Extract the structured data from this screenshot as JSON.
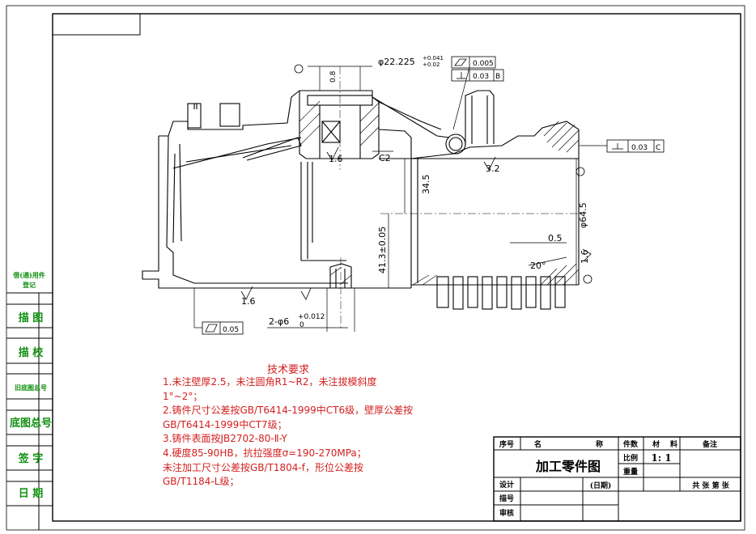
{
  "dimensions": {
    "bore_diameter": "φ22.225",
    "bore_tol_upper": "+0.041",
    "bore_tol_lower": "+0.02",
    "wall_08": "0.8",
    "height_345": "34.5",
    "height_413": "41.3±0.05",
    "dia_645": "φ64.5",
    "step_05": "0.5",
    "angle_20": "20°",
    "pin_hole": "2-φ6",
    "pin_tol_upper": "+0.012",
    "pin_tol_lower": "0",
    "chamfer": "C2"
  },
  "roughness": {
    "r16_a": "1.6",
    "r32": "3.2",
    "r16_b": "1.6",
    "r16_c": "1.6"
  },
  "tolerance_frames": {
    "f1_value": "0.005",
    "f2_value": "0.03",
    "f2_datum": "B",
    "f3_value": "0.03",
    "f3_datum": "C",
    "f4_value": "0.05"
  },
  "technical_requirements": {
    "title": "技术要求",
    "lines": [
      "1.未注壁厚2.5，未注圆角R1~R2，未注拔模斜度",
      "1°~2°；",
      "2.铸件尺寸公差按GB/T6414-1999中CT6级，壁厚公差按",
      "GB/T6414-1999中CT7级；",
      "3.铸件表面按JB2702-80-Ⅱ-Y",
      "4.硬度85-90HB，抗拉强度σ=190-270MPa；",
      "未注加工尺寸公差按GB/T1804-f，形位公差按",
      "GB/T1184-L级；"
    ]
  },
  "left_strip": {
    "top_label_1": "借(通)用件",
    "top_label_2": "登记",
    "labels": [
      "描 图",
      "描 校",
      "旧底图总号",
      "底图总号",
      "签 字",
      "日 期"
    ]
  },
  "title_block": {
    "part_name": "加工零件图",
    "scale": "1: 1",
    "col_no": "序号",
    "col_name_1": "名",
    "col_name_2": "称",
    "col_qty": "件数",
    "col_mat_1": "材",
    "col_mat_2": "料",
    "col_remark": "备注",
    "label_ratio": "比例",
    "label_weight": "重量",
    "label_design": "设计",
    "label_date": "(日期)",
    "label_draw": "描号",
    "label_review": "审核",
    "sheets": "共 张 第 张"
  },
  "colors": {
    "line": "#000000",
    "notes_text": "#d42020",
    "strip_text": "#109010"
  }
}
